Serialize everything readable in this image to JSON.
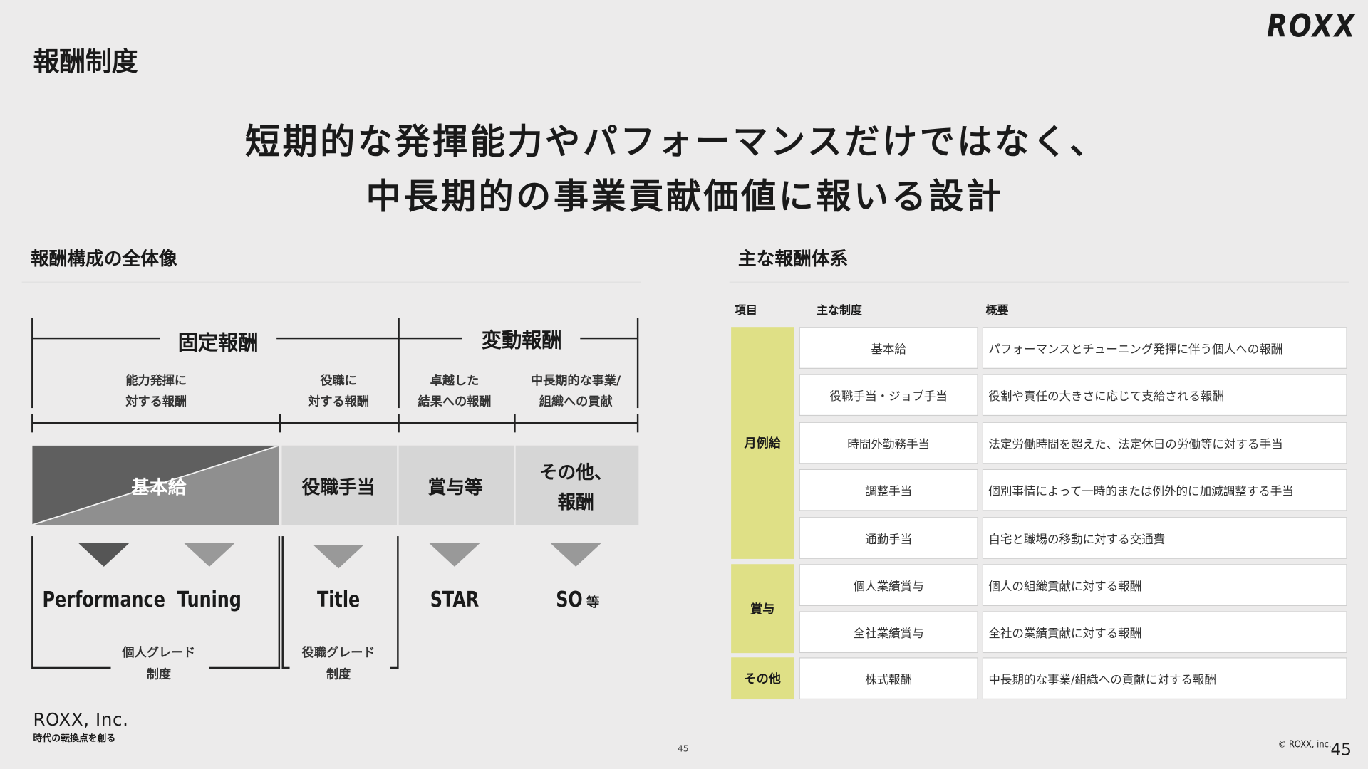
{
  "page_title": "報酬制度",
  "logo": "ROXX",
  "headline": {
    "line1": "短期的な発揮能力やパフォーマンスだけではなく、",
    "line2": "中長期的の事業貢献価値に報いる設計"
  },
  "left": {
    "heading": "報酬構成の全体像",
    "groups": {
      "fixed": "固定報酬",
      "variable": "変動報酬"
    },
    "descriptions": [
      {
        "l1": "能力発揮に",
        "l2": "対する報酬"
      },
      {
        "l1": "役職に",
        "l2": "対する報酬"
      },
      {
        "l1": "卓越した",
        "l2": "結果への報酬"
      },
      {
        "l1": "中長期的な事業/",
        "l2": "組織への貢献"
      }
    ],
    "boxes": [
      "基本給",
      "役職手当",
      "賞与等",
      "その他、",
      "報酬"
    ],
    "systems": [
      "Performance",
      "Tuning",
      "Title",
      "STAR",
      "SO",
      "等"
    ],
    "grades": [
      {
        "l1": "個人グレード",
        "l2": "制度"
      },
      {
        "l1": "役職グレード",
        "l2": "制度"
      }
    ],
    "colors": {
      "dark": "#5f5f5f",
      "mid": "#8f8f8f",
      "light": "#d6d6d6"
    }
  },
  "right": {
    "heading": "主な報酬体系",
    "columns": [
      "項目",
      "主な制度",
      "概要"
    ],
    "categories": [
      "月例給",
      "賞与",
      "その他"
    ],
    "rows": [
      {
        "system": "基本給",
        "summary": "パフォーマンスとチューニング発揮に伴う個人への報酬"
      },
      {
        "system": "役職手当・ジョブ手当",
        "summary": "役割や責任の大きさに応じて支給される報酬"
      },
      {
        "system": "時間外勤務手当",
        "summary": "法定労働時間を超えた、法定休日の労働等に対する手当"
      },
      {
        "system": "調整手当",
        "summary": "個別事情によって一時的または例外的に加減調整する手当"
      },
      {
        "system": "通勤手当",
        "summary": "自宅と職場の移動に対する交通費"
      },
      {
        "system": "個人業績賞与",
        "summary": "個人の組織貢献に対する報酬"
      },
      {
        "system": "全社業績賞与",
        "summary": "全社の業績貢献に対する報酬"
      },
      {
        "system": "株式報酬",
        "summary": "中長期的な事業/組織への貢献に対する報酬"
      }
    ],
    "category_color": "#dfe086"
  },
  "footer": {
    "company": "ROXX, Inc.",
    "tagline": "時代の転換点を創る",
    "page_center": "45",
    "copyright": "© ROXX, inc.",
    "page_number": "45"
  }
}
